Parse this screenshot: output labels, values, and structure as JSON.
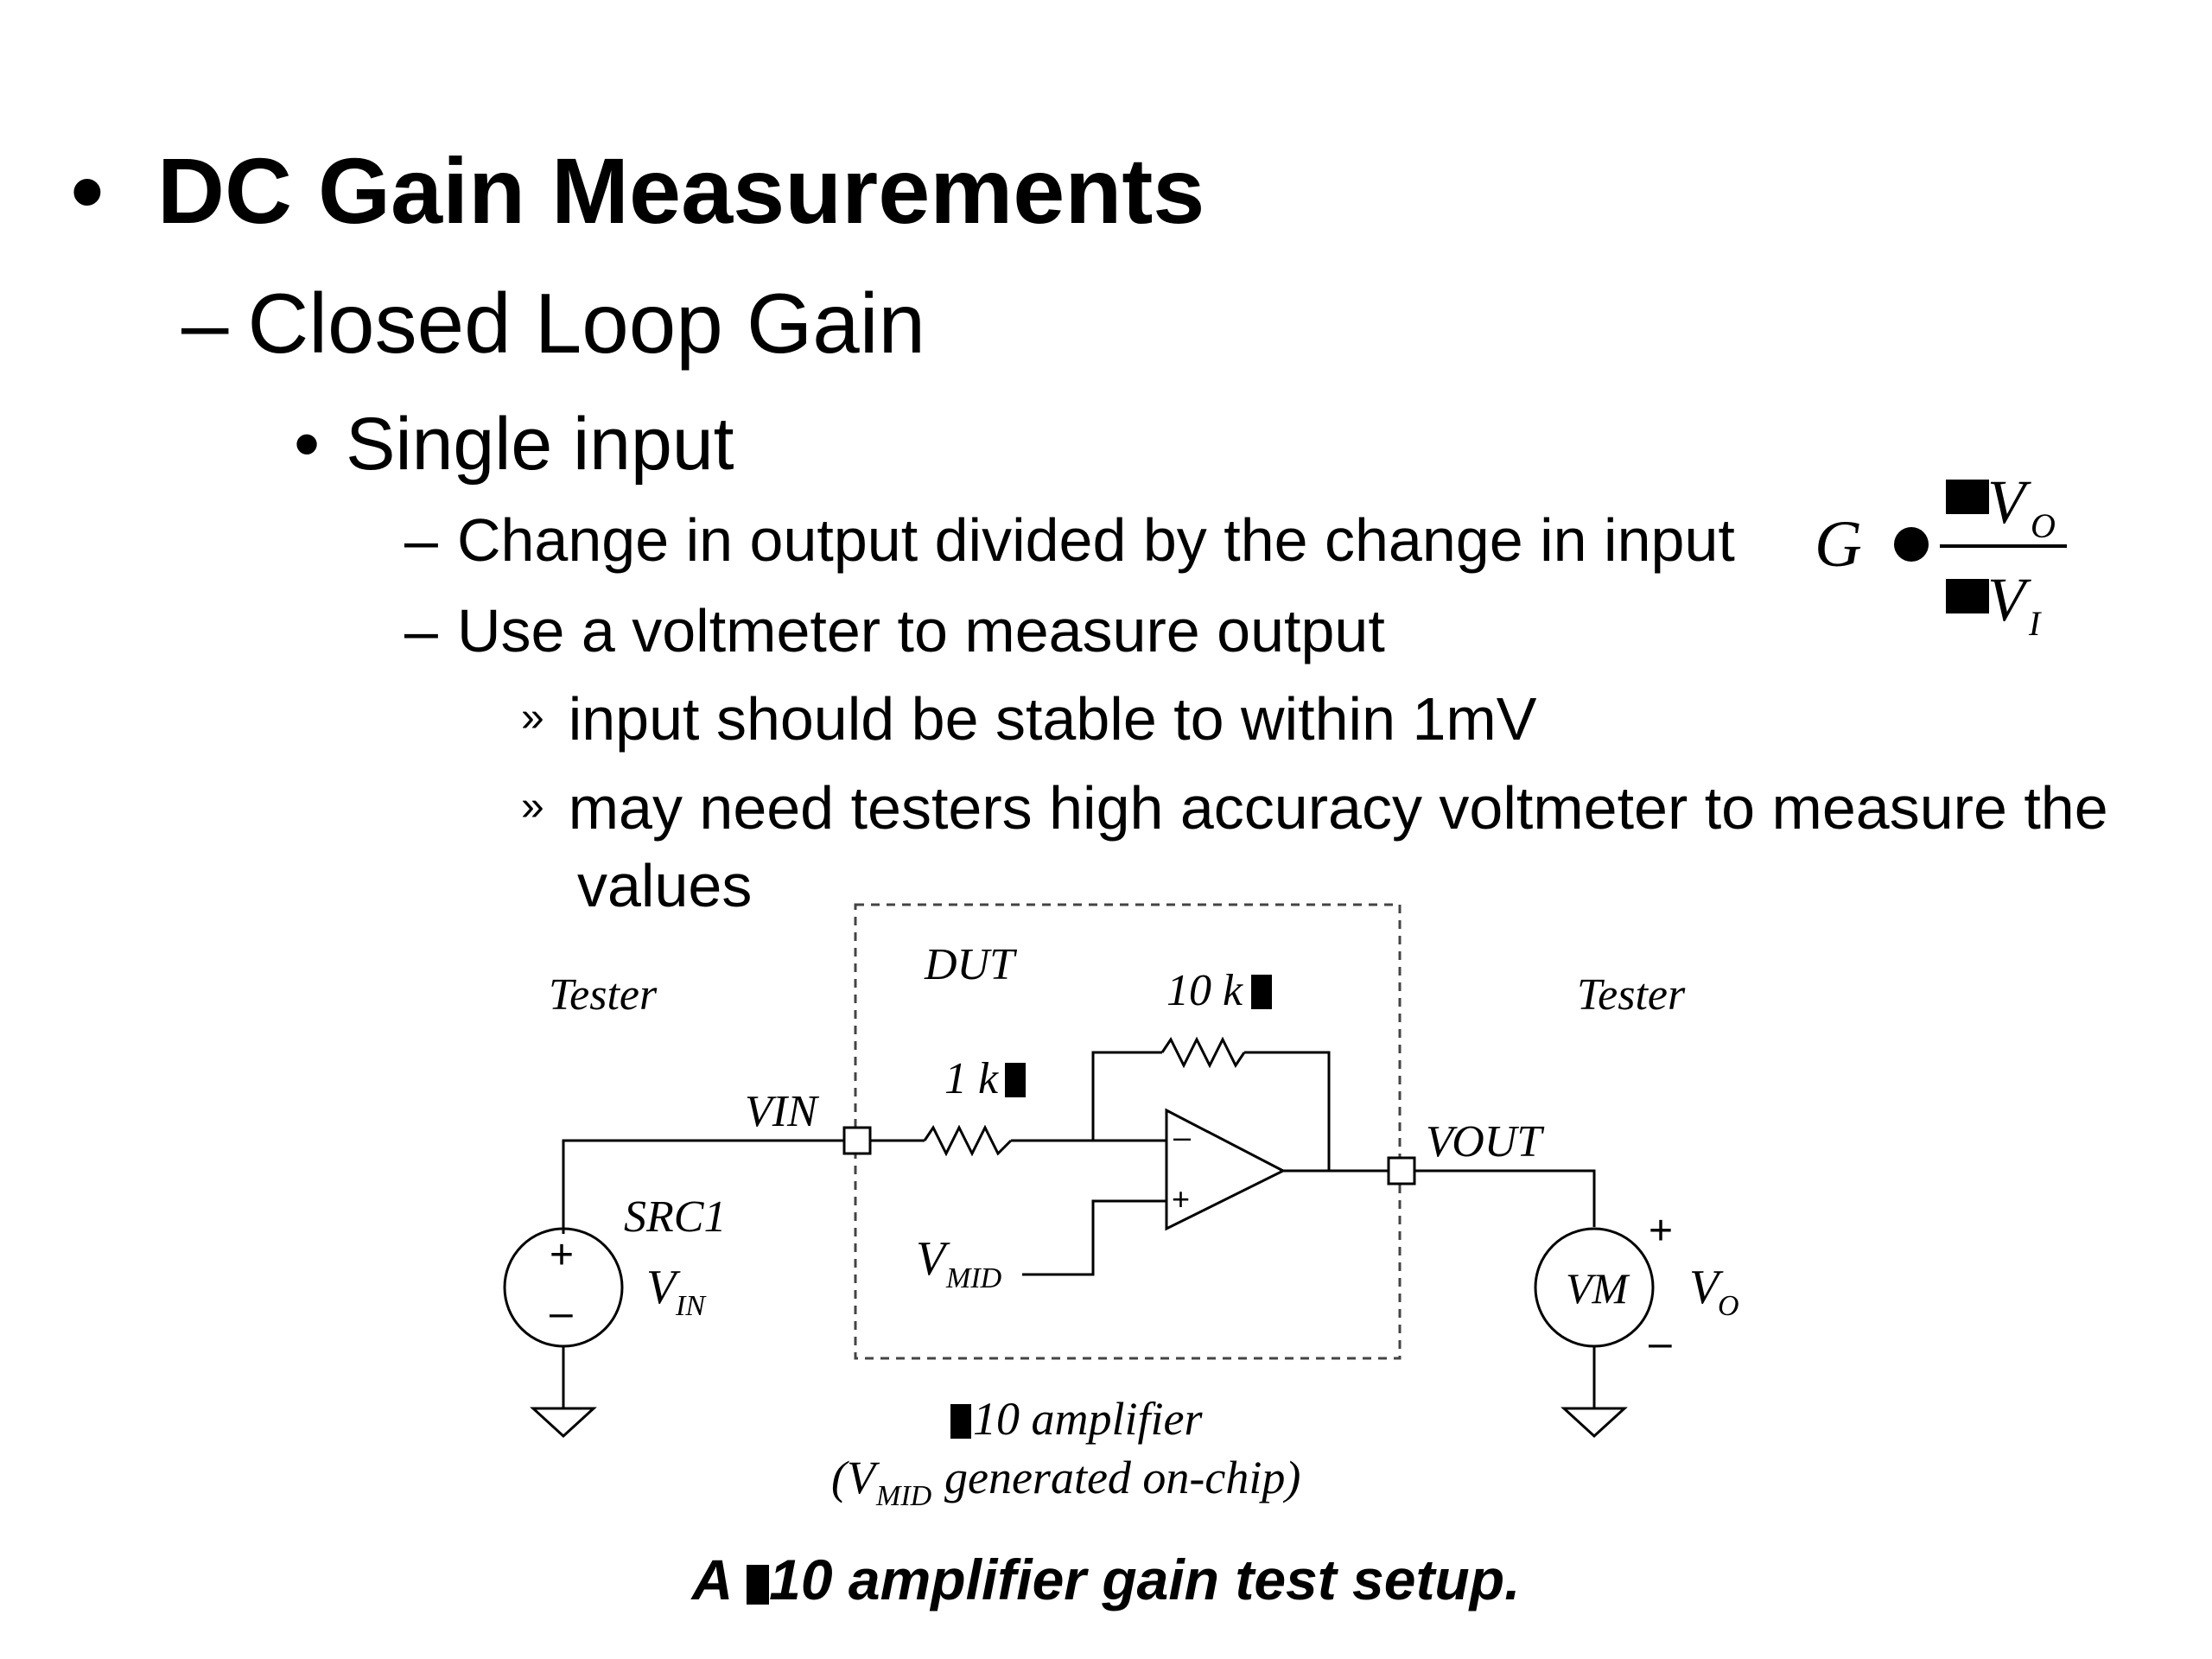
{
  "slide": {
    "heading": "DC Gain Measurements",
    "heading_bullet": "•",
    "sub1": "Closed Loop Gain",
    "sub1_marker": "–",
    "sub2": "Single input",
    "sub2_marker": "•",
    "item1": "Change in output divided by the change in input",
    "item1_marker": "–",
    "item2": "Use a voltmeter to measure output",
    "item2_marker": "–",
    "sub_item1": "input should be stable to within 1mV",
    "sub_item1_marker": "»",
    "sub_item2": "may need testers high accuracy voltmeter to measure the",
    "sub_item2_marker": "»",
    "sub_item2_cont": "values"
  },
  "formula": {
    "lhs": "G",
    "num_var": "V",
    "num_sub": "O",
    "den_var": "V",
    "den_sub": "I"
  },
  "diagram": {
    "tester_left": "Tester",
    "tester_right": "Tester",
    "dut_label": "DUT",
    "r_feedback": "10 k",
    "r_input": "1 k",
    "vin_node": "VIN",
    "vout_node": "VOUT",
    "src_name": "SRC1",
    "src_value_var": "V",
    "src_value_sub": "IN",
    "src_plus": "+",
    "src_minus": "–",
    "vmid_var": "V",
    "vmid_sub": "MID",
    "opamp_minus": "–",
    "opamp_plus": "+",
    "meter_label": "VM",
    "meter_value_var": "V",
    "meter_value_sub": "O",
    "meter_plus": "+",
    "meter_minus": "–",
    "amp_desc": "10 amplifier",
    "amp_note_open": "(V",
    "amp_note_sub": "MID",
    "amp_note_rest": " generated on-chip)"
  },
  "caption": {
    "text_a": "A ",
    "text_b": "10 amplifier gain test setup."
  }
}
